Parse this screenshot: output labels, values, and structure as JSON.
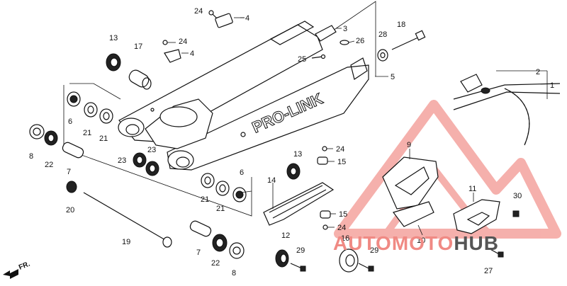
{
  "callouts": {
    "c2": "2",
    "c3": "3",
    "c4a": "4",
    "c4b": "4",
    "c5": "5",
    "c6a": "6",
    "c6b": "6",
    "c7a": "7",
    "c7b": "7",
    "c8a": "8",
    "c8b": "8",
    "c9": "9",
    "c10": "10",
    "c11": "11",
    "c12": "12",
    "c13a": "13",
    "c13b": "13",
    "c14": "14",
    "c15a": "15",
    "c15b": "15",
    "c16": "16",
    "c17": "17",
    "c18": "18",
    "c19": "19",
    "c20": "20",
    "c21a": "21",
    "c21b": "21",
    "c21c": "21",
    "c21d": "21",
    "c22a": "22",
    "c22b": "22",
    "c23a": "23",
    "c23b": "23",
    "c24a": "24",
    "c24b": "24",
    "c24c": "24",
    "c24d": "24",
    "c25": "25",
    "c26": "26",
    "c27": "27",
    "c28": "28",
    "c29a": "29",
    "c29b": "29",
    "c30": "30"
  },
  "swingarm_lettering": "PRO-LINK",
  "front_indicator": "FR.",
  "watermark": {
    "part1": "AUTO",
    "part2": "MOTO",
    "part3": "HUB",
    "color_auto": "#f08a84",
    "color_moto": "#f08a84",
    "color_hub": "#555555",
    "logo_color": "#f08a84"
  }
}
